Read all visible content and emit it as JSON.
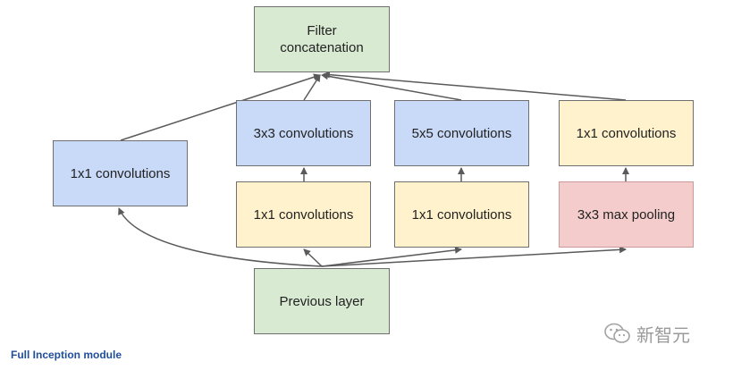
{
  "colors": {
    "green": "#d9ead3",
    "blue": "#c9daf8",
    "yellow": "#fff2cc",
    "red": "#f4cccc",
    "stroke": "#6f6f6f",
    "arrow": "#5a5a5a",
    "caption": "#1f4e9a"
  },
  "nodes": {
    "filter_concat": {
      "line1": "Filter",
      "line2": "concatenation"
    },
    "conv1x1_direct": {
      "label": "1x1 convolutions"
    },
    "conv3x3": {
      "label": "3x3 convolutions"
    },
    "conv5x5": {
      "label": "5x5 convolutions"
    },
    "conv1x1_pool_proj": {
      "label": "1x1 convolutions"
    },
    "conv1x1_reduce_3x3": {
      "label": "1x1 convolutions"
    },
    "conv1x1_reduce_5x5": {
      "label": "1x1 convolutions"
    },
    "maxpool3x3": {
      "label": "3x3 max pooling"
    },
    "previous_layer": {
      "label": "Previous layer"
    }
  },
  "caption": "Full Inception module",
  "watermark": {
    "icon": "wechat-icon",
    "text": "新智元"
  }
}
